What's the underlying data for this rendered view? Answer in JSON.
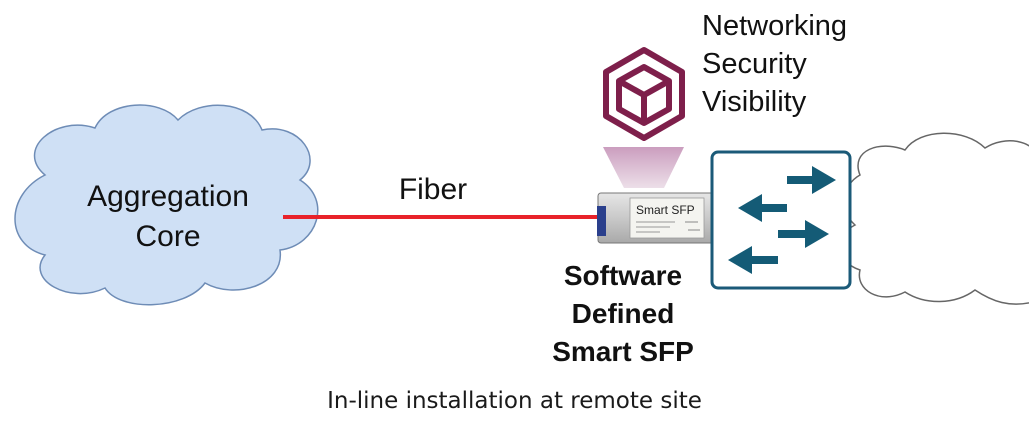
{
  "cloud_left": {
    "line1": "Aggregation",
    "line2": "Core"
  },
  "link": {
    "label": "Fiber"
  },
  "features": [
    "Networking",
    "Security",
    "Visibility"
  ],
  "sfp": {
    "module_label": "Smart SFP",
    "title_lines": [
      "Software",
      "Defined",
      "Smart SFP"
    ]
  },
  "icons": {
    "features": "hexagon-cube-icon",
    "switch": "switch-arrows-icon"
  },
  "caption": {
    "text": "In-line installation at remote site"
  },
  "colors": {
    "cloud_fill": "#cfe0f5",
    "cloud_stroke": "#6e8cb6",
    "fiber": "#e8222a",
    "cube": "#7e1f4b",
    "switch_border": "#1b5a78",
    "arrow": "#145b76",
    "beam": "#cfa5c4"
  }
}
